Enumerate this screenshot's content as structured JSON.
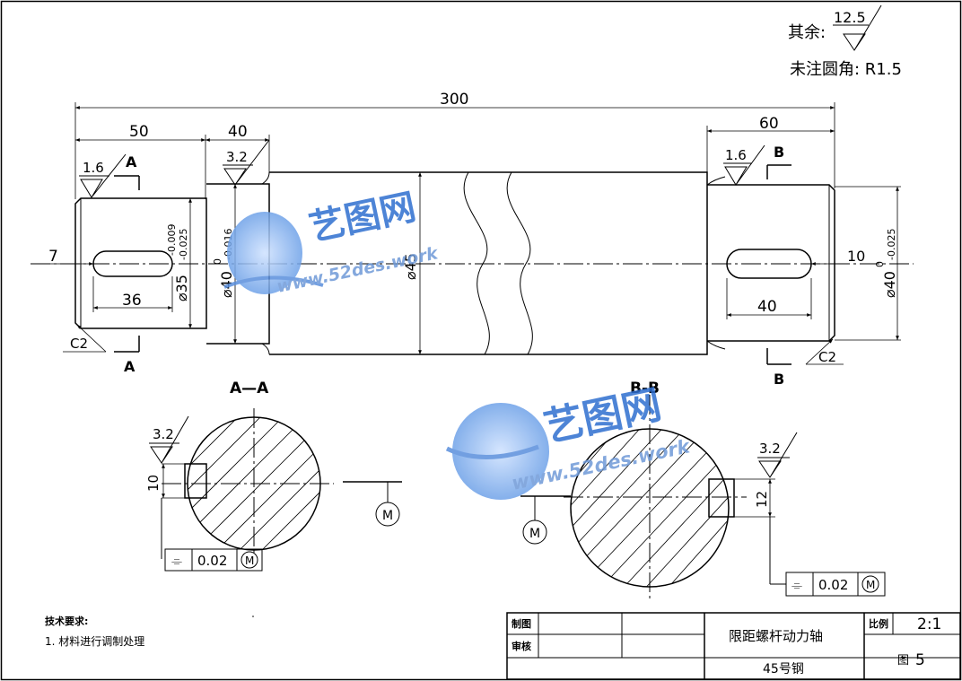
{
  "notes": {
    "rest_prefix": "其余:",
    "rest_roughness": "12.5",
    "fillet_note": "未注圆角: R1.5"
  },
  "dims": {
    "overall_length": "300",
    "left_segment": "50",
    "second_segment": "40",
    "right_segment": "60",
    "left_key_offset": "7",
    "left_key_length": "36",
    "right_key_offset": "10",
    "right_key_length": "40",
    "dia_left_main": "⌀35",
    "dia_left_upper": "-0.009",
    "dia_left_lower": "-0.025",
    "dia_second_main": "⌀40",
    "dia_second_upper": "0",
    "dia_second_lower": "-0.016",
    "dia_middle": "⌀45",
    "dia_right_main": "⌀40",
    "dia_right_upper": "0",
    "dia_right_lower": "-0.025",
    "chamfer_left": "C2",
    "chamfer_right": "C2"
  },
  "roughness": {
    "left_end": "1.6",
    "second": "3.2",
    "right_end": "1.6",
    "section_a": "3.2",
    "section_b": "3.2"
  },
  "sections": {
    "a_marker": "A",
    "a_title": "A—A",
    "b_marker": "B",
    "b_title": "B-B",
    "a_key_width": "10",
    "b_key_depth": "12",
    "tolerance_symbol": "⌯",
    "tolerance_value": "0.02",
    "modifier": "M"
  },
  "tech_requirements": {
    "title": "技术要求:",
    "item1": "1. 材料进行调制处理"
  },
  "title_block": {
    "drawn_label": "制图",
    "checked_label": "审核",
    "part_name": "限距螺杆动力轴",
    "material": "45号钢",
    "scale_label": "比例",
    "scale_value": "2:1",
    "figure_label": "图",
    "figure_number": "5"
  },
  "watermark": {
    "brand": "艺图网",
    "url": "www.52des.work"
  }
}
